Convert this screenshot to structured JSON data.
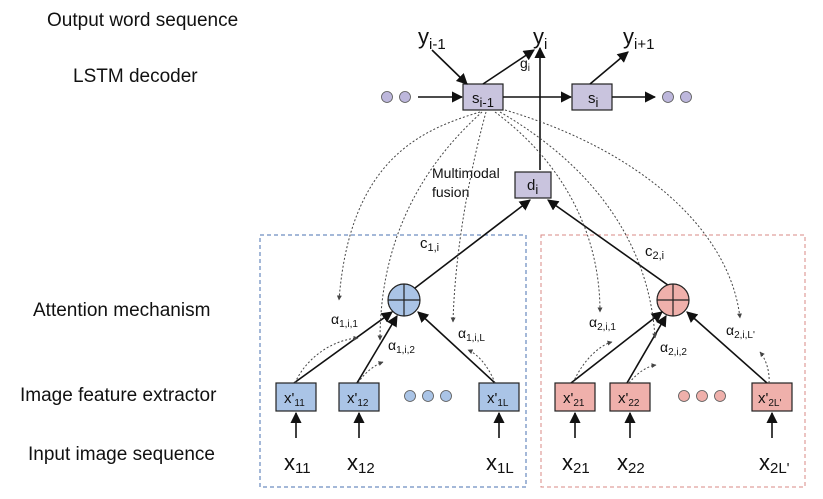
{
  "row_labels": {
    "output": "Output word sequence",
    "decoder": "LSTM decoder",
    "attention": "Attention mechanism",
    "extractor": "Image feature extractor",
    "input": "Input image sequence"
  },
  "decoder": {
    "outputs": [
      {
        "base": "y",
        "sub": "i-1"
      },
      {
        "base": "y",
        "sub": "i"
      },
      {
        "base": "y",
        "sub": "i+1"
      }
    ],
    "states": [
      {
        "base": "s",
        "sub": "i-1"
      },
      {
        "base": "s",
        "sub": "i"
      }
    ],
    "g": {
      "base": "g",
      "sub": "i"
    }
  },
  "fusion": {
    "label_line1": "Multimodal",
    "label_line2": "fusion",
    "node": {
      "base": "d",
      "sub": "i"
    }
  },
  "streams": [
    {
      "context": {
        "base": "c",
        "sub": "1,i"
      },
      "alphas": [
        {
          "base": "α",
          "sub": "1,i,1"
        },
        {
          "base": "α",
          "sub": "1,i,2"
        },
        {
          "base": "α",
          "sub": "1,i,L"
        }
      ],
      "features": [
        {
          "base": "x'",
          "sub": "11"
        },
        {
          "base": "x'",
          "sub": "12"
        },
        {
          "base": "x'",
          "sub": "1L"
        }
      ],
      "inputs": [
        {
          "base": "x",
          "sub": "11"
        },
        {
          "base": "x",
          "sub": "12"
        },
        {
          "base": "x",
          "sub": "1L"
        }
      ]
    },
    {
      "context": {
        "base": "c",
        "sub": "2,i"
      },
      "alphas": [
        {
          "base": "α",
          "sub": "2,i,1"
        },
        {
          "base": "α",
          "sub": "2,i,2"
        },
        {
          "base": "α",
          "sub": "2,i,L'"
        }
      ],
      "features": [
        {
          "base": "x'",
          "sub": "21"
        },
        {
          "base": "x'",
          "sub": "22"
        },
        {
          "base": "x'",
          "sub": "2L'"
        }
      ],
      "inputs": [
        {
          "base": "x",
          "sub": "21"
        },
        {
          "base": "x",
          "sub": "22"
        },
        {
          "base": "x",
          "sub": "2L'"
        }
      ]
    }
  ],
  "colors": {
    "lstm_node": "#c9c4de",
    "stream1_node": "#aac4e6",
    "stream2_node": "#efb0ab",
    "stream1_border": "#4a72b0",
    "stream2_border": "#d98a86"
  }
}
